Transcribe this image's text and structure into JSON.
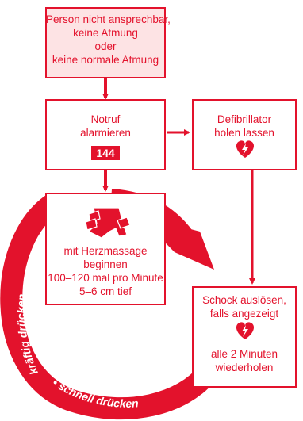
{
  "colors": {
    "red": "#e3122c",
    "light_fill": "#fde3e4",
    "white": "#ffffff"
  },
  "start_box": {
    "line1": "Person nicht ansprechbar,",
    "line2": "keine Atmung",
    "line3": "oder",
    "line4": "keine normale Atmung"
  },
  "call_box": {
    "line1": "Notruf",
    "line2": "alarmieren",
    "number": "144"
  },
  "defib_box": {
    "line1": "Defibrillator",
    "line2": "holen lassen",
    "icon": "lightning-heart-icon"
  },
  "cpr_box": {
    "icon": "hands-icon",
    "line1": "mit Herzmassage",
    "line2": "beginnen",
    "line3": "100–120 mal pro Minute",
    "line4": "5–6 cm tief"
  },
  "shock_box": {
    "line1": "Schock auslösen,",
    "line2": "falls angezeigt",
    "icon": "lightning-heart-icon",
    "line3": "alle 2 Minuten",
    "line4": "wiederholen"
  },
  "cycle_arrow": {
    "text_left": "kräftig drücken",
    "separator": "•",
    "text_bottom": "schnell drücken"
  }
}
